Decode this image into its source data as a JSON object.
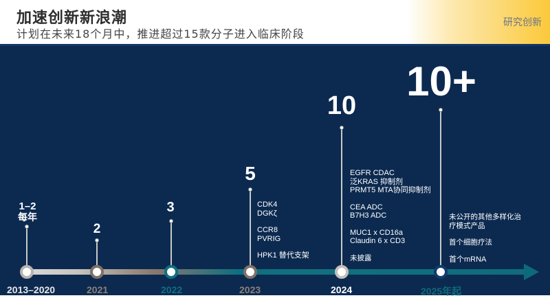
{
  "header": {
    "title": "加速创新新浪潮",
    "subtitle": "计划在未来18个月中，推进超过15款分子进入临床阶段",
    "tag": "研究创新"
  },
  "timeline": [
    {
      "year": "2013–2020",
      "count": "1–2",
      "count_sub": "每年",
      "year_color": "#e8e8e8"
    },
    {
      "year": "2021",
      "count": "2",
      "year_color": "#8c8078"
    },
    {
      "year": "2022",
      "count": "3",
      "year_color": "#0f6f80"
    },
    {
      "year": "2023",
      "count": "5",
      "year_color": "#8c8078",
      "items": [
        "CDK4",
        "DGKζ",
        "",
        "CCR8",
        "PVRIG",
        "",
        "HPK1 替代支架"
      ]
    },
    {
      "year": "2024",
      "count": "10",
      "year_color": "#ffffff",
      "items": [
        "EGFR CDAC",
        "泛KRAS 抑制剂",
        "PRMT5 MTA协同抑制剂",
        "",
        "CEA ADC",
        "B7H3 ADC",
        "",
        "MUC1 x CD16a",
        "Claudin 6 x CD3",
        "",
        "未披露"
      ]
    },
    {
      "year": "2025年起",
      "count": "10+",
      "year_color": "#0f6a7a",
      "items": [
        "未公开的其他多样化治",
        "疗模式产品",
        "",
        "首个细胞疗法",
        "",
        "首个mRNA"
      ]
    }
  ]
}
